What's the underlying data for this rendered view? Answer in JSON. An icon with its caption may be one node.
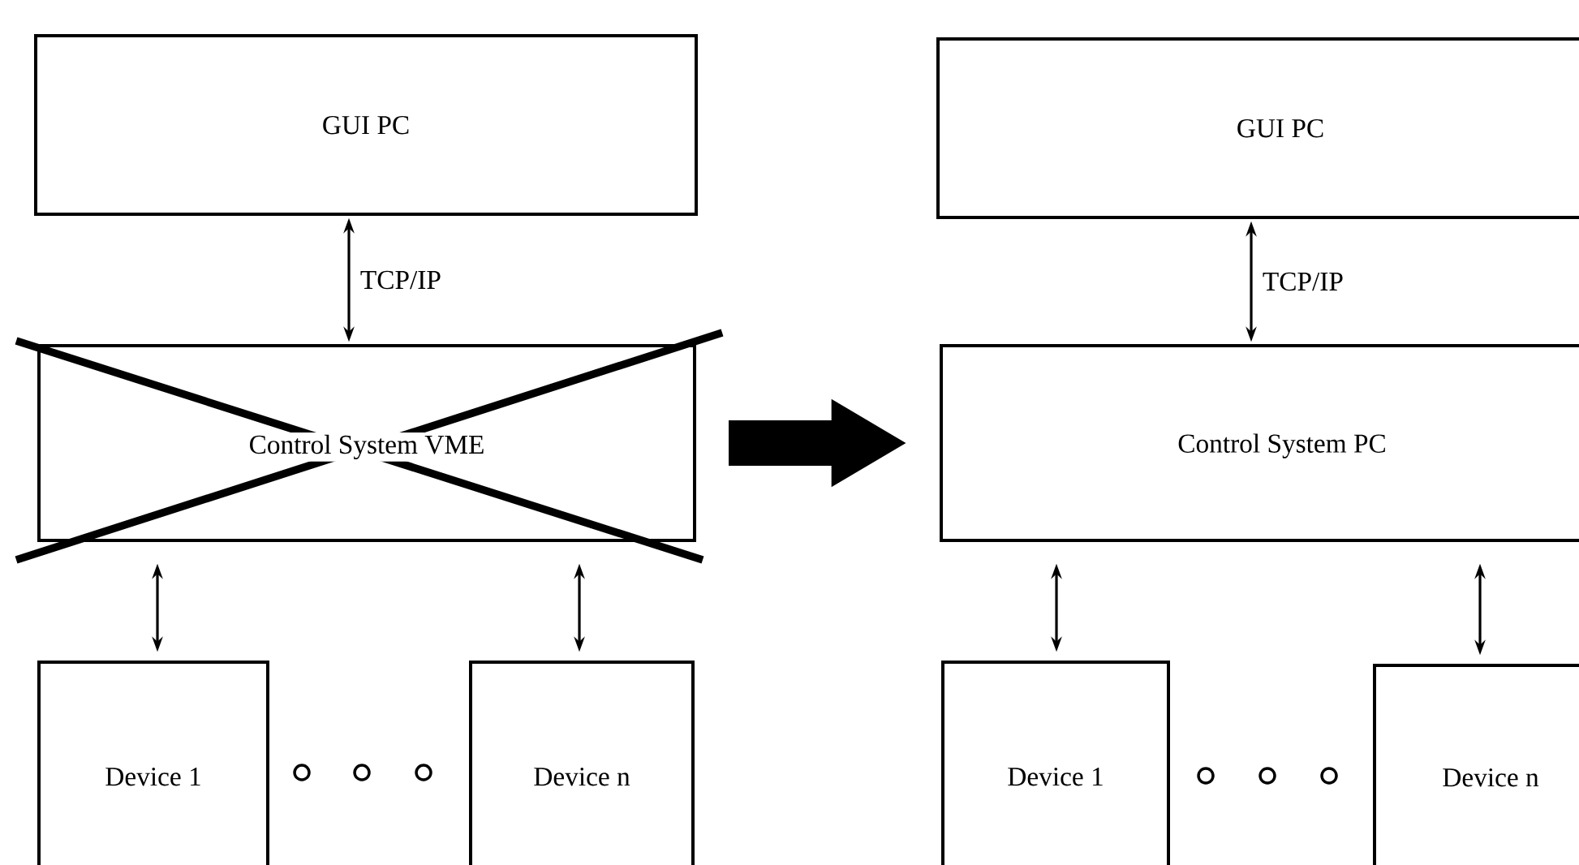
{
  "diagram": {
    "nodes": [
      {
        "text": [
          "GUI PC"
        ]
      },
      {
        "text": [
          "Control System VME"
        ]
      },
      {
        "text": [
          "Device 1"
        ]
      },
      {
        "text": [
          "Device n"
        ]
      },
      {
        "text": [
          "GUI PC"
        ]
      },
      {
        "text": [
          "Control System PC"
        ]
      },
      {
        "text": [
          "Device 1"
        ]
      },
      {
        "text": [
          "Device n"
        ]
      }
    ],
    "edges": [
      {
        "from": 0,
        "to": 1,
        "arrow": "both",
        "label": "TCP/IP"
      },
      {
        "from": 1,
        "to": 2,
        "arrow": "both"
      },
      {
        "from": 1,
        "to": 3,
        "arrow": "both"
      },
      {
        "from": 1,
        "to": 5,
        "arrow": "to",
        "style": "thick"
      },
      {
        "from": 4,
        "to": 5,
        "arrow": "both",
        "label": "TCP/IP"
      },
      {
        "from": 5,
        "to": 6,
        "arrow": "both"
      },
      {
        "from": 5,
        "to": 7,
        "arrow": "both"
      }
    ]
  }
}
